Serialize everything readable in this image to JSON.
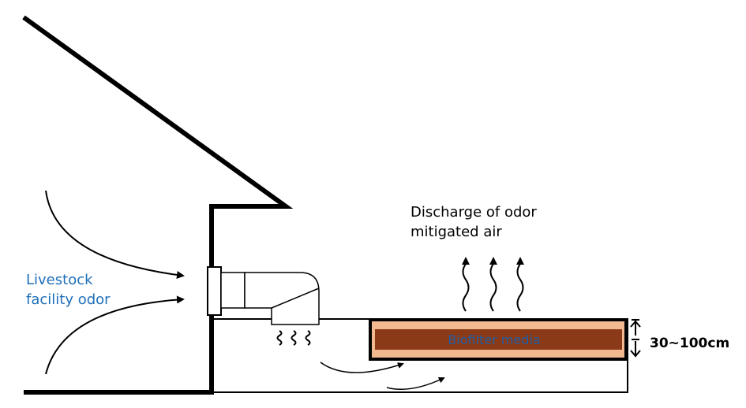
{
  "labels": {
    "source_line1": "Livestock",
    "source_line2": "facility odor",
    "discharge_line1": "Discharge of odor",
    "discharge_line2": "mitigated air",
    "media": "Biofilter media",
    "depth": "30~100cm"
  },
  "colors": {
    "line": "#000000",
    "source_text": "#1f6fb8",
    "media_core": "#8a3a16",
    "media_layer": "#f2b990",
    "media_text": "#1f5fa8",
    "fan": "#ffffff"
  }
}
